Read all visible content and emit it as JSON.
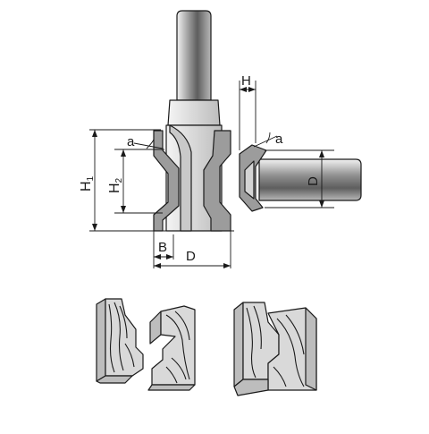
{
  "labels": {
    "angle_left": "a",
    "angle_right": "a",
    "h1_main": "H",
    "h1_sub": "1",
    "h2_main": "H",
    "h2_sub": "2",
    "b": "B",
    "d_bottom": "D",
    "h_right": "H",
    "d_right": "D"
  },
  "colors": {
    "metal_light": "#e6e6e6",
    "metal_mid": "#b9b9b9",
    "metal_dark": "#7e7e7e",
    "carbide": "#9c9c9c",
    "wood_face": "#d9d9d9",
    "wood_side": "#bdbdbd",
    "line": "#1a1a1a"
  }
}
